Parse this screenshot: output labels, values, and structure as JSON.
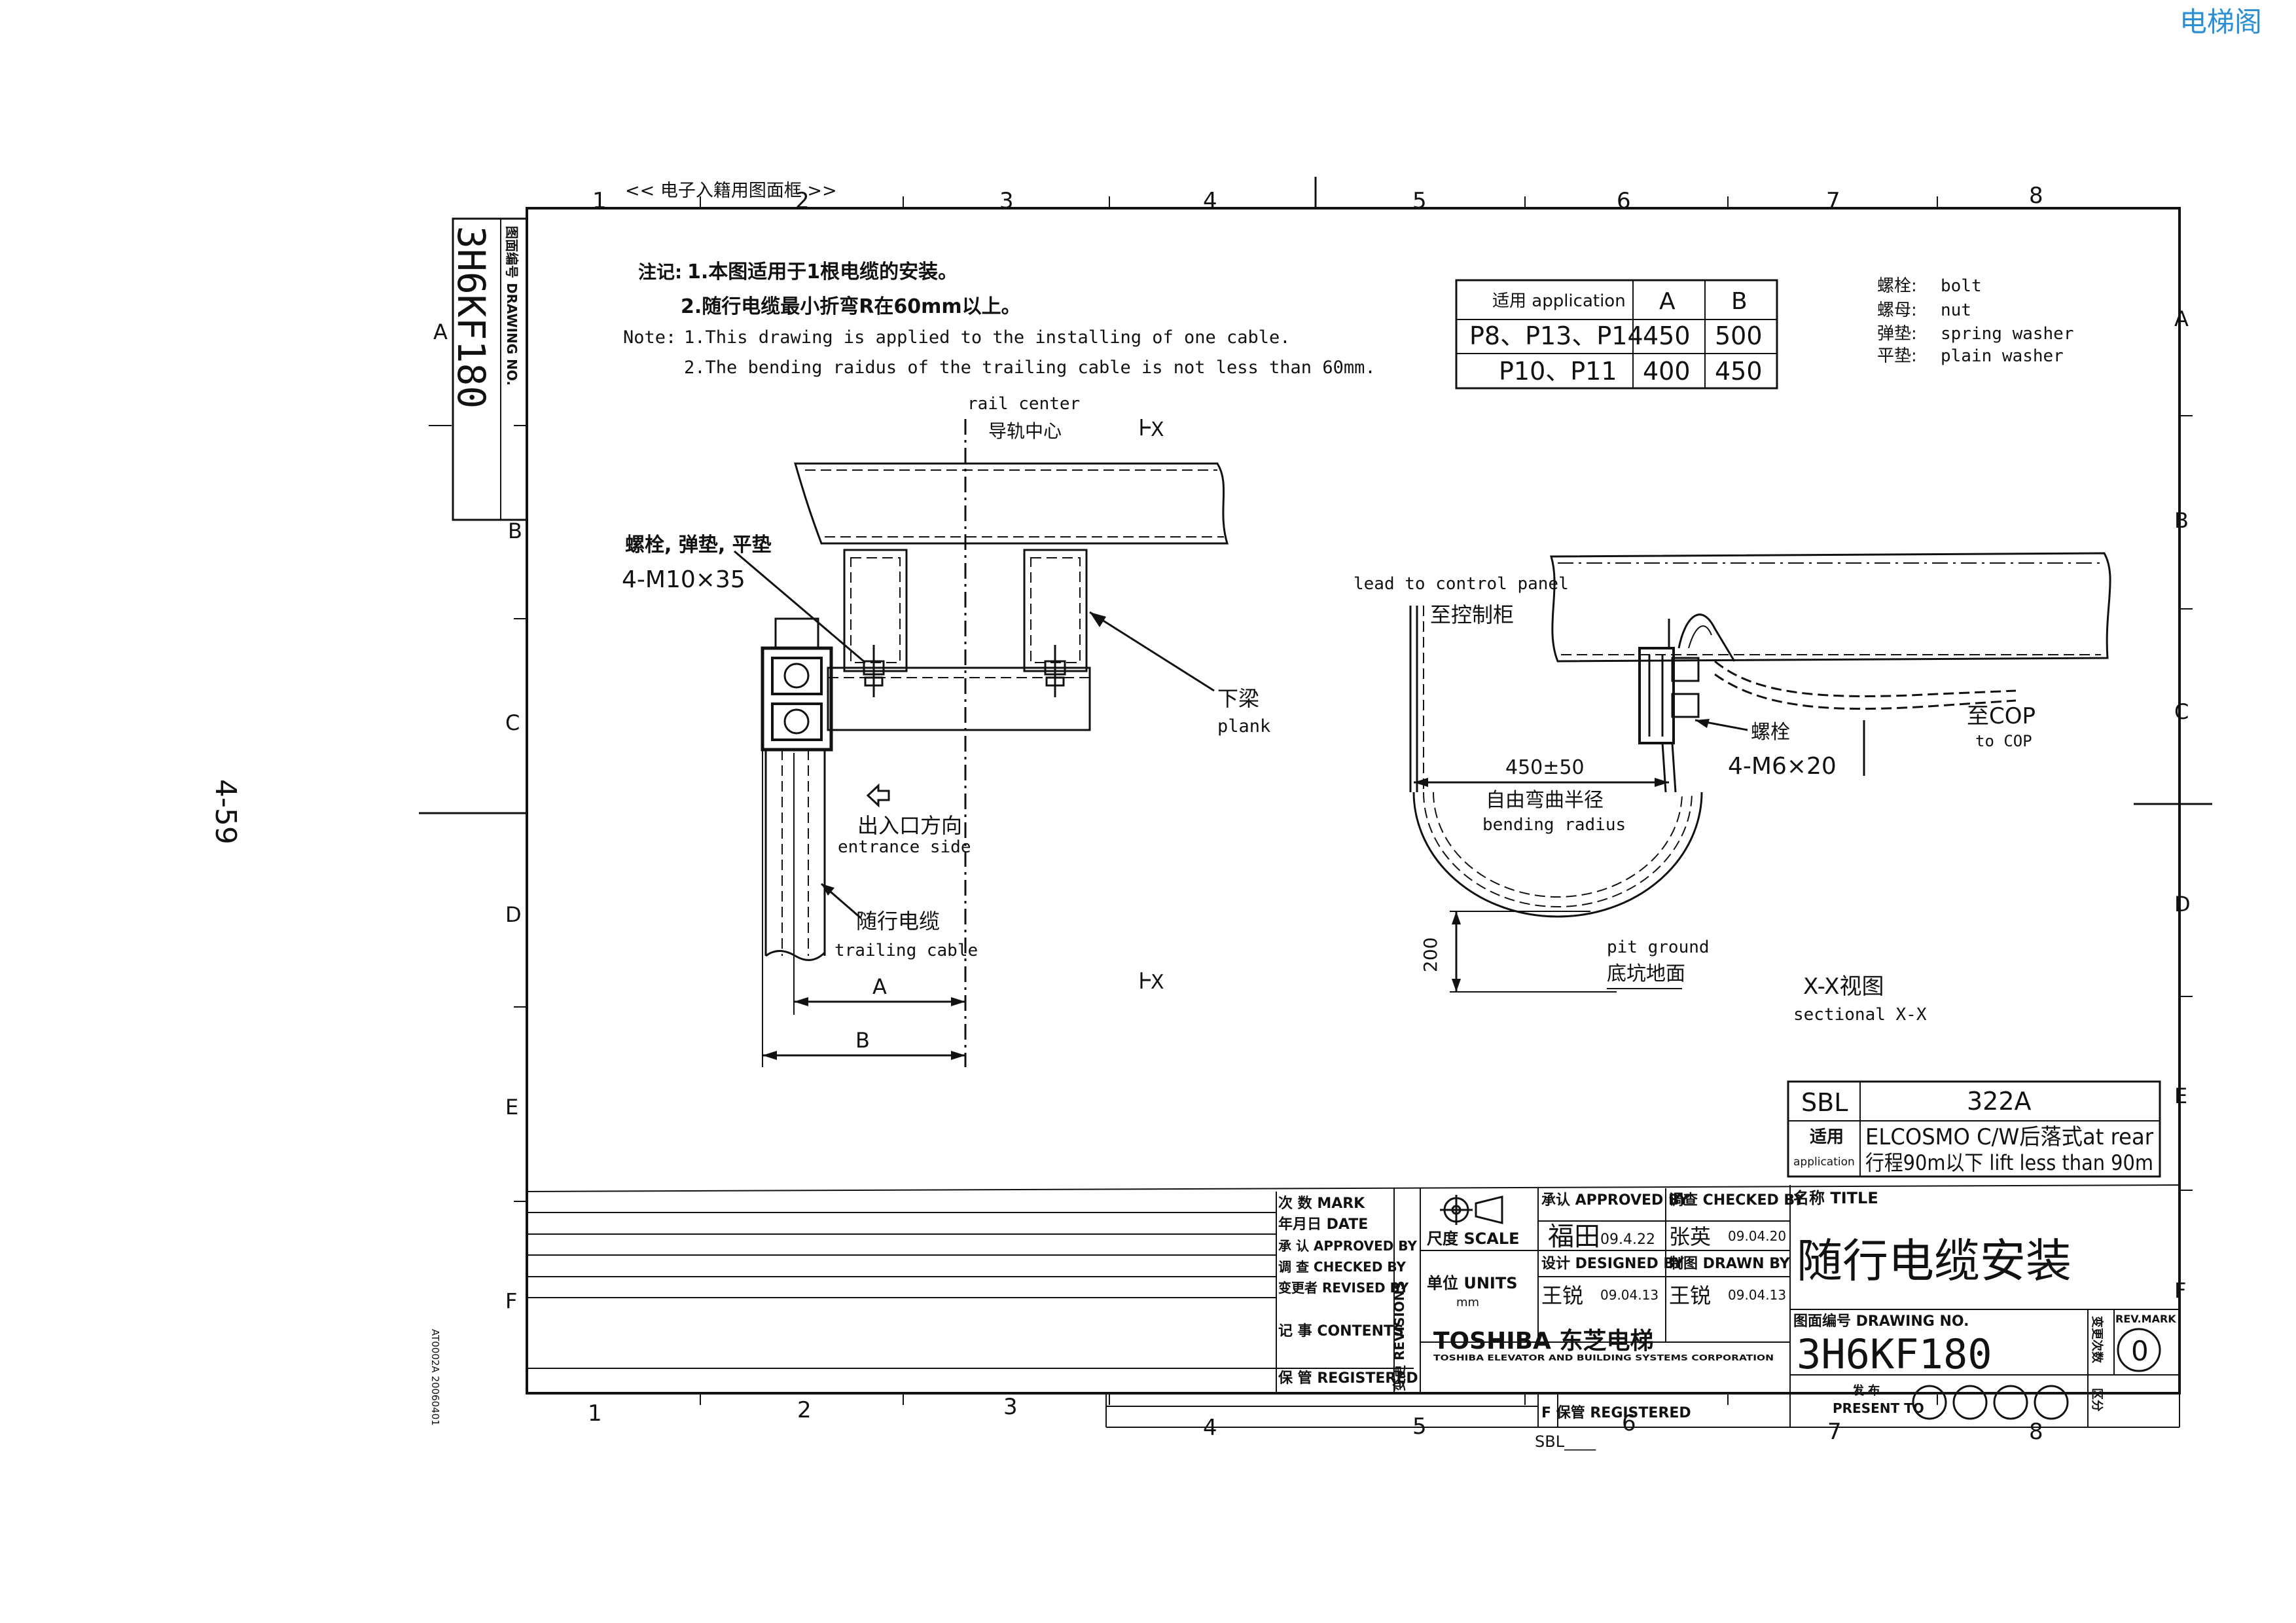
{
  "watermark": "电梯阁",
  "page_number": "4-59",
  "frame_title": "<< 电子入籍用图面框 >>",
  "side_code": "AT0002A 20060401",
  "col_labels": [
    "1",
    "2",
    "3",
    "4",
    "5",
    "6",
    "7",
    "8"
  ],
  "row_labels": [
    "A",
    "B",
    "C",
    "D",
    "E",
    "F"
  ],
  "drawing_no_label": "图面编号 DRAWING NO.",
  "drawing_no": "3H6KF180",
  "notes": {
    "cn_prefix": "注记:",
    "cn1": "1.本图适用于1根电缆的安装。",
    "cn2": "2.随行电缆最小折弯R在60mm以上。",
    "en_prefix": "Note:",
    "en1": "1.This drawing is applied to the installing of one cable.",
    "en2": "2.The bending raidus of the trailing cable is not less than 60mm."
  },
  "app_table": {
    "header": [
      "适用 application",
      "A",
      "B"
    ],
    "rows": [
      [
        "P8、P13、P14",
        "450",
        "500"
      ],
      [
        "P10、P11",
        "400",
        "450"
      ]
    ]
  },
  "legend": [
    {
      "cn": "螺栓:",
      "en": "bolt"
    },
    {
      "cn": "螺母:",
      "en": "nut"
    },
    {
      "cn": "弹垫:",
      "en": "spring washer"
    },
    {
      "cn": "平垫:",
      "en": "plain washer"
    }
  ],
  "left_view": {
    "rail_center_en": "rail center",
    "rail_center_cn": "导轨中心",
    "section_mark": "X",
    "bolt_cn": "螺栓, 弹垫, 平垫",
    "bolt_spec": "4-M10×35",
    "plank_cn": "下梁",
    "plank_en": "plank",
    "entrance_cn": "出入口方向",
    "entrance_en": "entrance side",
    "cable_cn": "随行电缆",
    "cable_en": "trailing cable",
    "dim_a": "A",
    "dim_b": "B"
  },
  "right_view": {
    "lead_en": "lead to control panel",
    "lead_cn": "至控制柜",
    "bolt_cn": "螺栓",
    "bolt_spec": "4-M6×20",
    "cop_cn": "至COP",
    "cop_en": "to COP",
    "radius_dim": "450±50",
    "radius_cn": "自由弯曲半径",
    "radius_en": "bending radius",
    "height_dim": "200",
    "pit_en": "pit ground",
    "pit_cn": "底坑地面",
    "title_cn": "X-X视图",
    "title_en": "sectional X-X"
  },
  "sbl_box": {
    "label": "SBL",
    "code": "322A",
    "app_cn": "适用",
    "app_en": "application",
    "line1": "ELCOSMO C/W后落式at rear",
    "line2": "行程90m以下 lift less than 90m"
  },
  "title_block": {
    "rev_labels": [
      "次 数 MARK",
      "年月日 DATE",
      "承 认 APPROVED BY",
      "调 查 CHECKED BY",
      "变更者 REVISED BY"
    ],
    "contents": "记 事 CONTENTS",
    "registered": "保 管 REGISTERED",
    "revisions": "变更 REVISIONS",
    "scale": "尺度 SCALE",
    "units": "单位 UNITS",
    "units_val": "mm",
    "approved_by": "承认 APPROVED BY",
    "checked_by": "调查 CHECKED BY",
    "approved_sig": "福田",
    "approved_date": "09.4.22",
    "checked_name": "张英",
    "checked_date": "09.04.20",
    "designed_by": "设计 DESIGNED BY",
    "drawn_by": "制图 DRAWN BY",
    "designer": "王锐",
    "designed_date": "09.04.13",
    "drawer": "王锐",
    "drawn_date": "09.04.13",
    "company": "TOSHIBA 东芝电梯",
    "company_en": "TOSHIBA ELEVATOR AND BUILDING SYSTEMS CORPORATION",
    "title_label": "名称 TITLE",
    "title": "随行电缆安装",
    "drawing_no_label": "图面编号 DRAWING NO.",
    "drawing_no": "3H6KF180",
    "rev_mark_label": "REV.MARK",
    "rev_side": "变更次数",
    "rev_mark": "0",
    "present_to_cn": "发 布",
    "present_to": "PRESENT TO",
    "dist": "区分",
    "f_registered": "F 保管 REGISTERED",
    "sbl_bottom": "SBL____"
  }
}
